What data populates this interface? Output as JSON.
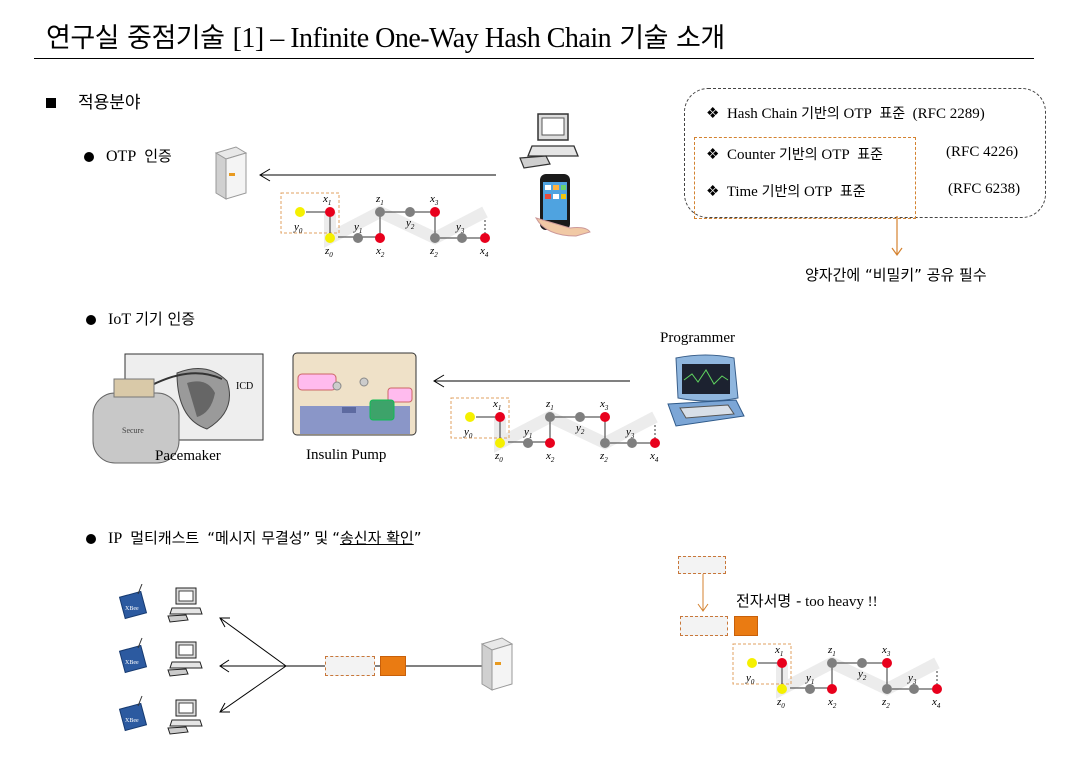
{
  "title_kr": "연구실 중점기술",
  "title_en": "[1] – Infinite One-Way Hash Chain",
  "title_suffix": "기술 소개",
  "section": "적용분야",
  "otp": {
    "label_en": "OTP",
    "label_kr": "인증"
  },
  "standards": [
    {
      "name": "Hash Chain",
      "kr": "기반의",
      "otp": "OTP",
      "std": "표준",
      "rfc": "(RFC 2289)"
    },
    {
      "name": "Counter",
      "kr": "기반의",
      "otp": "OTP",
      "std": "표준",
      "rfc": "(RFC 4226)"
    },
    {
      "name": "Time",
      "kr": "기반의",
      "otp": "OTP",
      "std": "표준",
      "rfc": "(RFC 6238)"
    }
  ],
  "secret_note": "양자간에 “비밀키” 공유 필수",
  "iot": {
    "label_en": "IoT",
    "label_kr": "기기 인증"
  },
  "programmer": "Programmer",
  "pacemaker": "Pacemaker",
  "insulin": "Insulin Pump",
  "icd": "ICD",
  "ip": {
    "label_en": "IP",
    "label_kr": "멀티캐스트",
    "q1": "“메시지 무결성”",
    "and": "및",
    "q2o": "“",
    "q2": "송신자 확인",
    "q2c": "”"
  },
  "signature": {
    "kr": "전자서명 -",
    "en": "too heavy !!"
  },
  "chain": {
    "x1": "x",
    "x1s": "1",
    "z1": "z",
    "z1s": "1",
    "x3": "x",
    "x3s": "3",
    "y0": "y",
    "y0s": "0",
    "y1": "y",
    "y1s": "1",
    "y2": "y",
    "y2s": "2",
    "y3": "y",
    "y3s": "3",
    "z0": "z",
    "z0s": "0",
    "x2": "x",
    "x2s": "2",
    "z2": "z",
    "z2s": "2",
    "x4": "x",
    "x4s": "4"
  },
  "colors": {
    "red": "#e8001c",
    "yellow": "#f5f000",
    "gray": "#7f7f7f",
    "orange": "#ea7b12"
  }
}
